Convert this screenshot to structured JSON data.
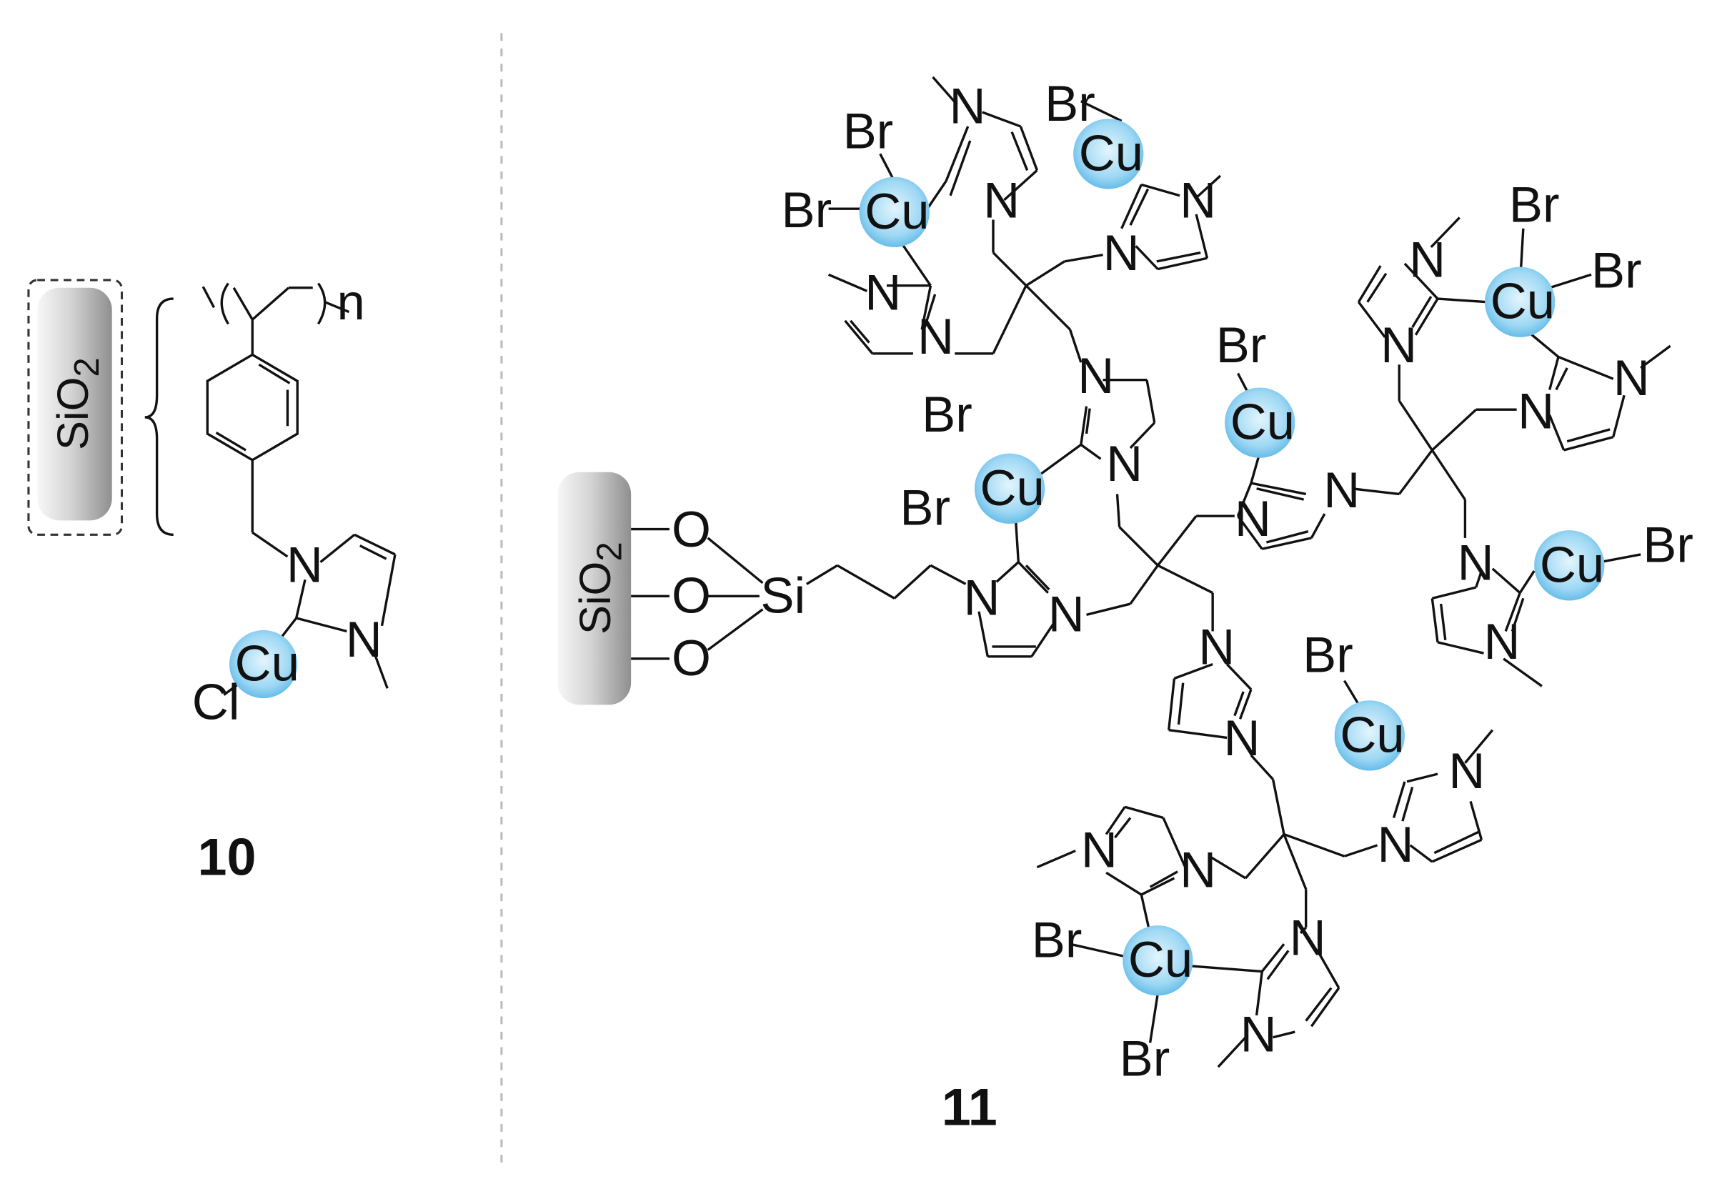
{
  "support": {
    "label_main": "SiO",
    "label_sub": "2"
  },
  "compound_10": {
    "number": "10",
    "metal": "Cu",
    "halide": "Cl",
    "nitrogen": "N",
    "repeat": "n"
  },
  "compound_11": {
    "number": "11",
    "oxygen": "O",
    "silicon": "Si",
    "metal": "Cu",
    "bromide": "Br",
    "nitrogen": "N"
  },
  "colors": {
    "copper_highlight": "#9fd8f4",
    "copper_edge": "#5cb9e8",
    "bond": "#111111",
    "divider": "#bbbbbb",
    "silica_light": "#f4f4f4",
    "silica_dark": "#9b9b9b"
  }
}
